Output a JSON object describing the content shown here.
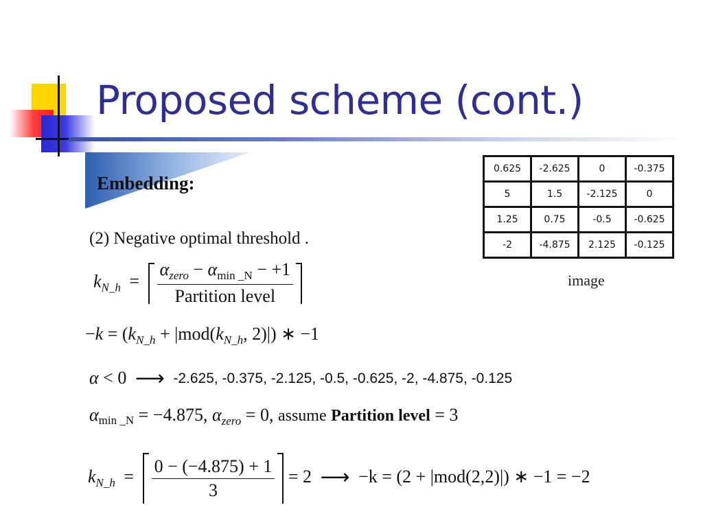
{
  "slide": {
    "title": "Proposed scheme (cont.)",
    "section": "Embedding:",
    "step_text": "(2) Negative optimal threshold ."
  },
  "table": {
    "rows": [
      [
        "0.625",
        "-2.625",
        "0",
        "-0.375"
      ],
      [
        "5",
        "1.5",
        "-2.125",
        "0"
      ],
      [
        "1.25",
        "0.75",
        "-0.5",
        "-0.625"
      ],
      [
        "-2",
        "-4.875",
        "2.125",
        "-0.125"
      ]
    ],
    "caption": "image"
  },
  "formulas": {
    "numerator_1": "α",
    "numerator_1_sub": "zero",
    "numerator_2": "α",
    "numerator_2_sub": "min _N",
    "numerator_tail": "− +1",
    "denominator_1": "Partition level",
    "negk_expr": "= (k",
    "negative_values": "-2.625, -0.375, -2.125, -0.5, -0.625, -2, -4.875, -0.125",
    "alpha_min_value": "= −4.875,",
    "alpha_zero_value": "= 0,",
    "assume_text": "assume",
    "partition_label": "Partition level",
    "partition_value": "= 3",
    "calc_numerator": "0 − (−4.875) + 1",
    "calc_denominator": "3",
    "calc_result": "= 2",
    "final_expr": "−k = (2 + |mod(2,2)|) ∗ −1 = −2"
  }
}
